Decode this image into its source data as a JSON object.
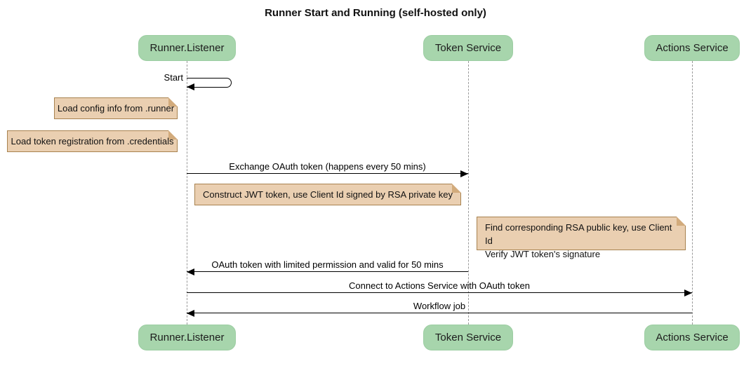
{
  "title": "Runner Start and Running (self-hosted only)",
  "diagram_type": "sequence",
  "colors": {
    "participant_fill": "#a7d5ac",
    "note_fill": "#eacfb1",
    "note_border": "#a8824f",
    "note_fold": "#d2ab7c",
    "lifeline": "#9a9a9a",
    "message_line": "#000000",
    "background": "#ffffff"
  },
  "participants": [
    {
      "label": "Runner.Listener"
    },
    {
      "label": "Token Service"
    },
    {
      "label": "Actions Service"
    }
  ],
  "messages": {
    "self_start": {
      "label": "Start",
      "from": "Runner.Listener",
      "to": "Runner.Listener"
    },
    "exchange": {
      "label": "Exchange OAuth token (happens every 50 mins)",
      "from": "Runner.Listener",
      "to": "Token Service"
    },
    "oauth_return": {
      "label": "OAuth token with limited permission and valid for 50 mins",
      "from": "Token Service",
      "to": "Runner.Listener"
    },
    "connect": {
      "label": "Connect to Actions Service with OAuth token",
      "from": "Runner.Listener",
      "to": "Actions Service"
    },
    "workflow": {
      "label": "Workflow job",
      "from": "Actions Service",
      "to": "Runner.Listener"
    }
  },
  "notes": {
    "load_config": {
      "text": "Load config info from .runner",
      "position": "left of Runner.Listener"
    },
    "load_credentials": {
      "text": "Load token registration from .credentials",
      "position": "left of Runner.Listener"
    },
    "construct_jwt": {
      "text": "Construct JWT token, use Client Id signed by RSA private key",
      "position": "between Runner.Listener and Token Service"
    },
    "find_rsa": {
      "line1": "Find corresponding RSA public key, use Client Id",
      "line2": "Verify JWT token's signature",
      "position": "between Token Service and Actions Service"
    }
  }
}
